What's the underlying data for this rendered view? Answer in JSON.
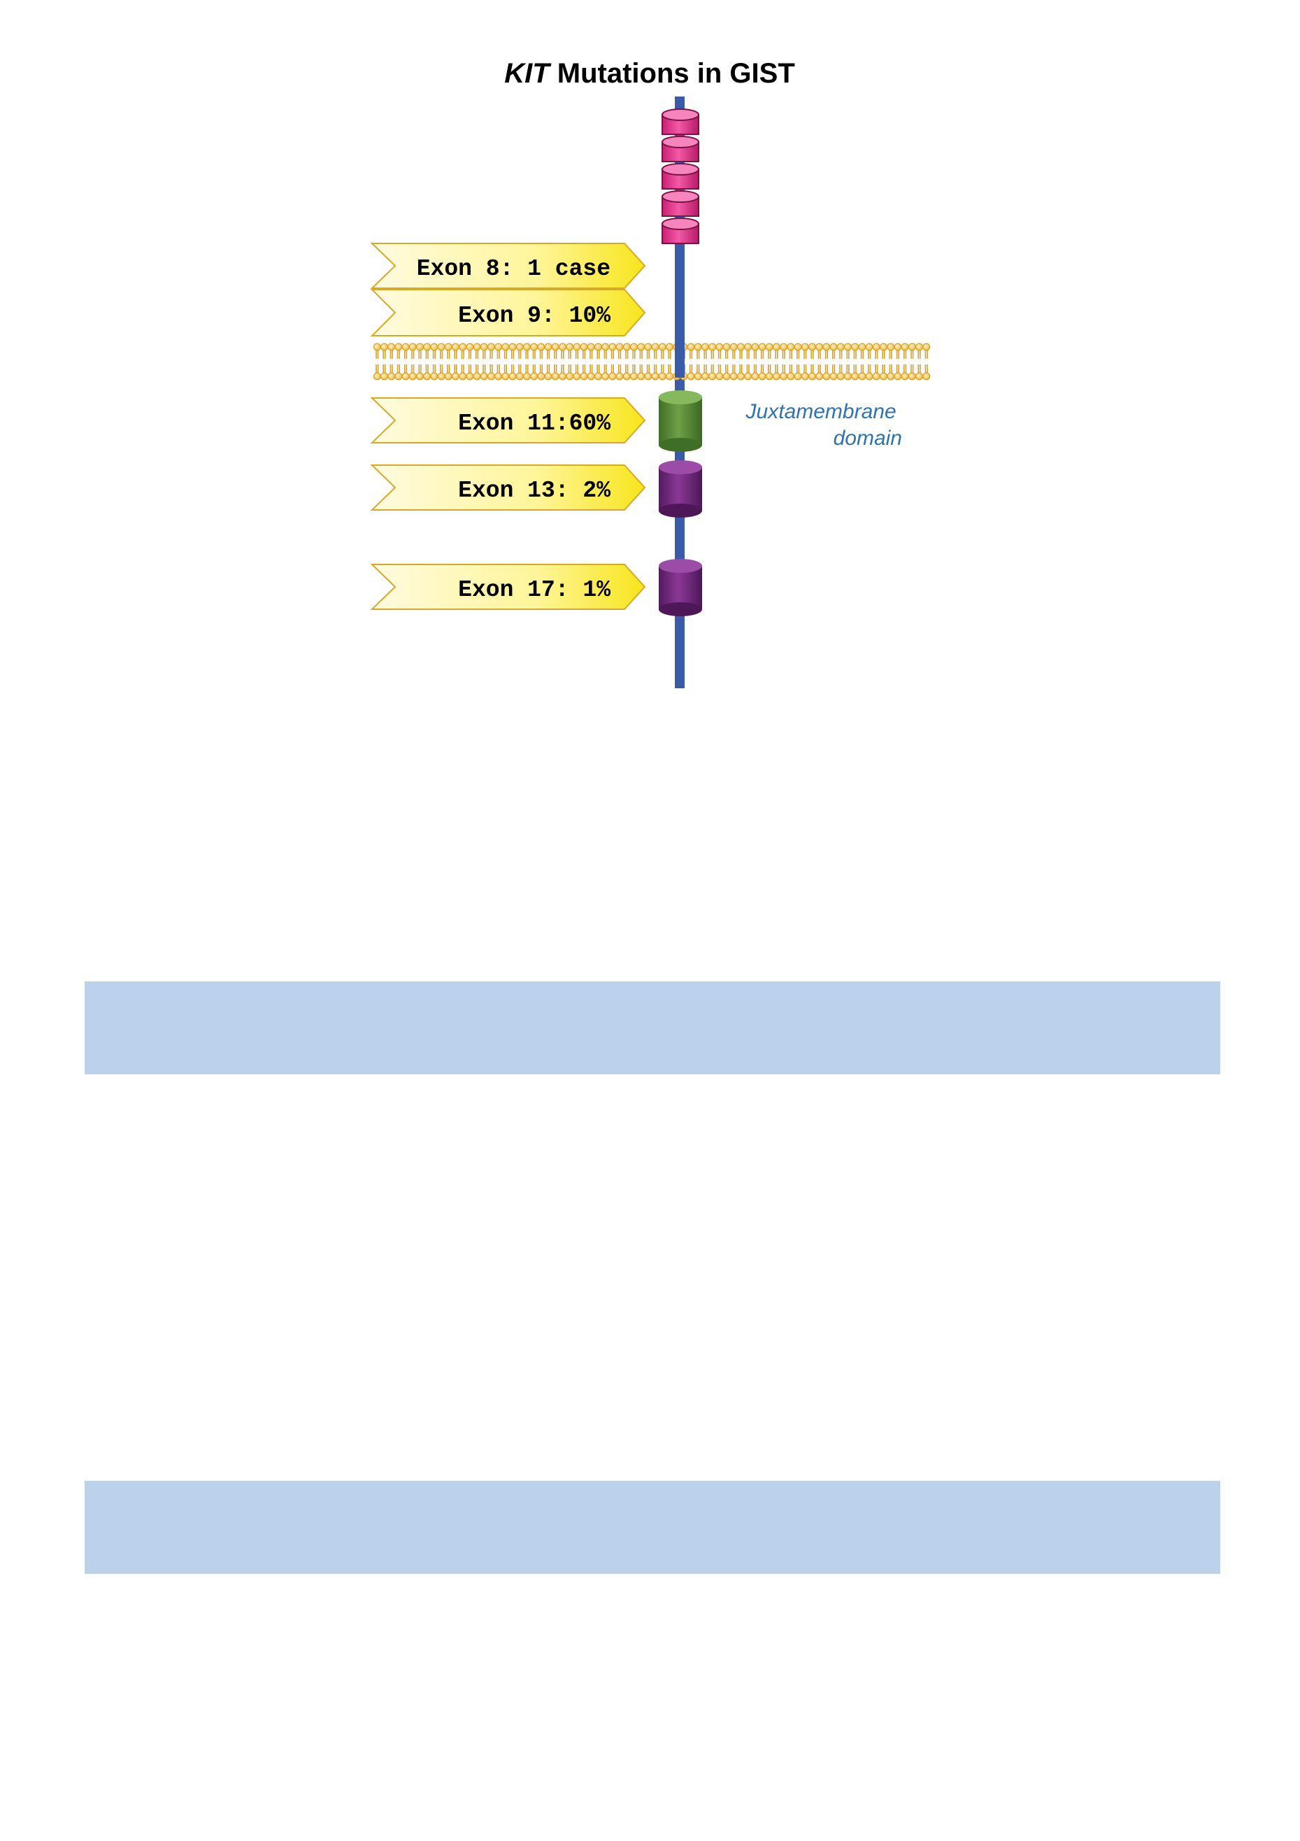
{
  "title": {
    "gene": "KIT",
    "rest": " Mutations in GIST"
  },
  "exons": [
    {
      "label": "Exon 8: 1 case"
    },
    {
      "label": "Exon 9: 10%"
    },
    {
      "label": "Exon 11:60%"
    },
    {
      "label": "Exon 13: 2%"
    },
    {
      "label": "Exon 17: 1%"
    }
  ],
  "domain_label": {
    "line1": "Juxtamembrane",
    "line2": "domain"
  },
  "colors": {
    "receptor_line": "#3a5ca8",
    "extracellular_domains": "#e23c8e",
    "juxtamembrane_domain": "#5a8a3a",
    "kinase_domains": "#6e2a7a",
    "membrane": "#f2c24c",
    "arrow_fill": "#fff27a",
    "domain_text": "#2e73b0",
    "band": "#bcd1ec"
  }
}
